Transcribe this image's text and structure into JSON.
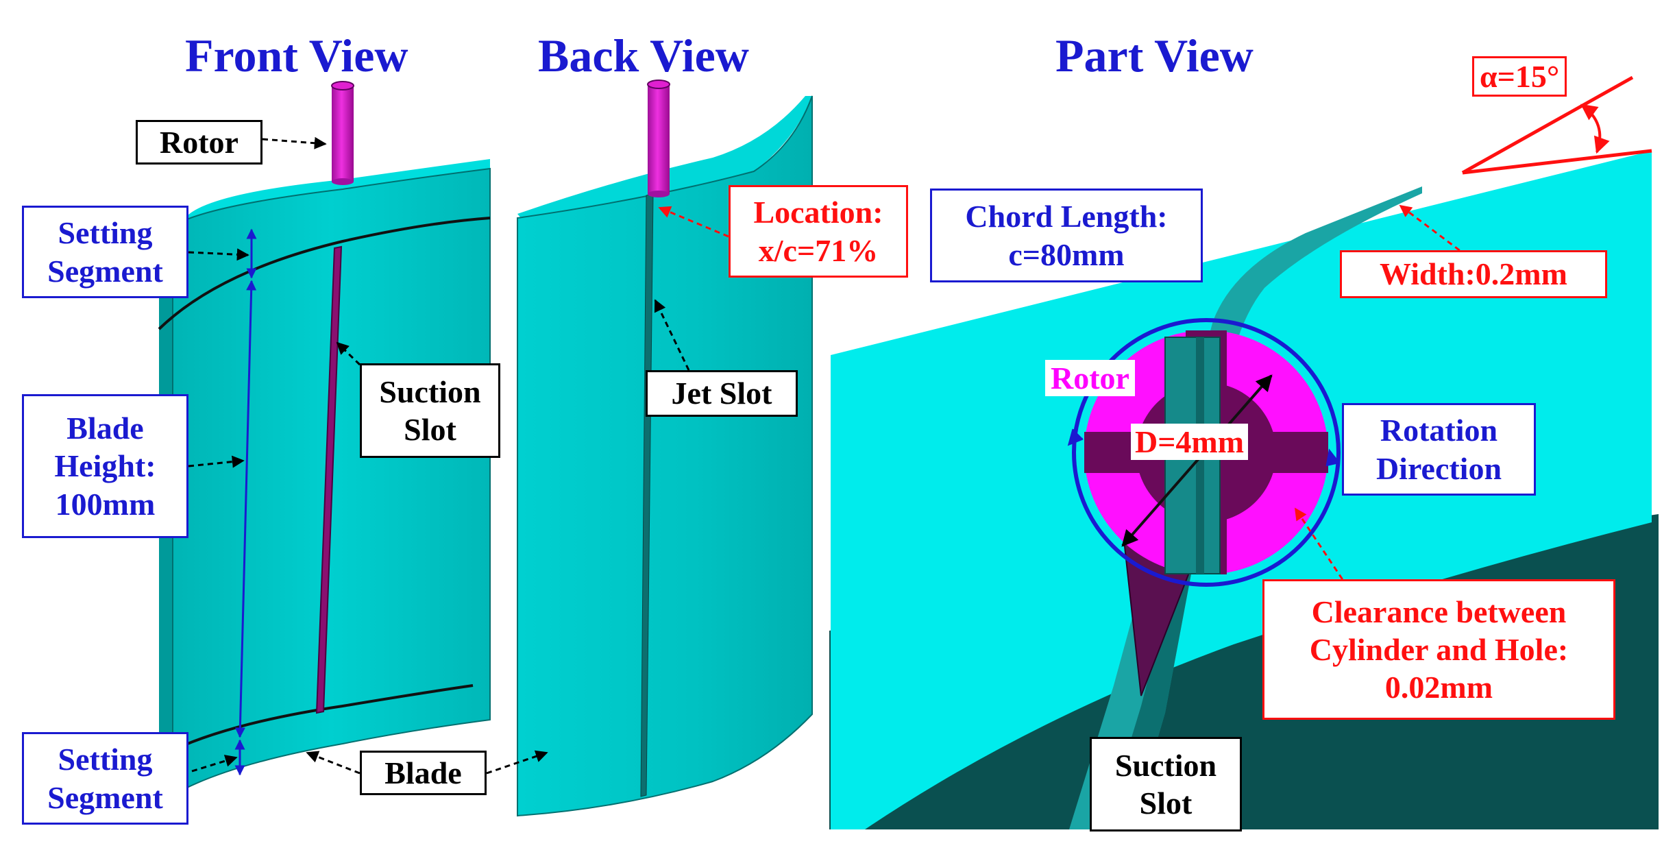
{
  "titles": {
    "front": "Front View",
    "back": "Back View",
    "part": "Part View"
  },
  "labels": {
    "rotor": "Rotor",
    "setting_segment_top": [
      "Setting",
      "Segment"
    ],
    "blade_height": [
      "Blade",
      "Height:",
      "100mm"
    ],
    "setting_segment_bottom": [
      "Setting",
      "Segment"
    ],
    "suction_slot_front": [
      "Suction",
      "Slot"
    ],
    "blade": "Blade",
    "location": [
      "Location:",
      "x/c=71%"
    ],
    "jet_slot": "Jet Slot",
    "chord_length": [
      "Chord Length:",
      "c=80mm"
    ],
    "width": "Width:0.2mm",
    "alpha": "α=15°",
    "rotor_part": "Rotor",
    "diameter": "D=4mm",
    "rotation_direction": [
      "Rotation",
      "Direction"
    ],
    "clearance": [
      "Clearance between",
      "Cylinder and Hole:",
      "0.02mm"
    ],
    "suction_slot_part": [
      "Suction",
      "Slot"
    ]
  },
  "colors": {
    "title_blue": "#1a1ad0",
    "label_red": "#ff1010",
    "blade_cyan": "#00cccc",
    "blade_cyan_light": "#00e5e5",
    "blade_dark": "#0a5050",
    "slot_teal": "#119999",
    "rotor_magenta": "#ff00ff",
    "rotor_purple": "#6a0a5a",
    "rod_magenta": "#d010c0"
  }
}
